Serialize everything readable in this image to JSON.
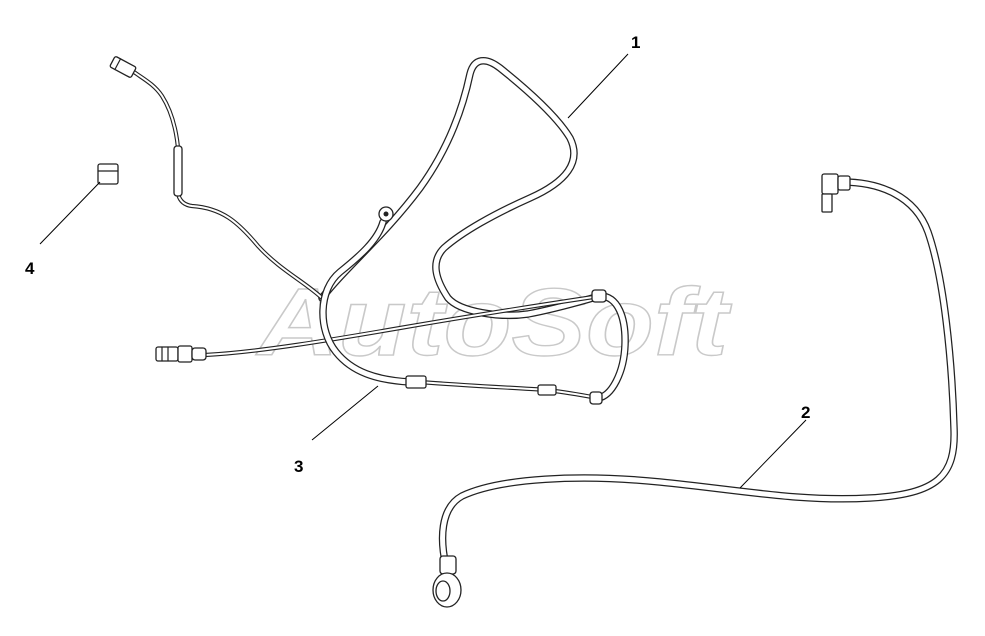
{
  "callouts": [
    {
      "label": "1"
    },
    {
      "label": "2"
    },
    {
      "label": "3"
    },
    {
      "label": "4"
    }
  ],
  "watermark": {
    "text": "AutoSoft"
  },
  "colors": {
    "line": "#222222",
    "watermark": "#c9c9c9",
    "background": "#ffffff"
  }
}
